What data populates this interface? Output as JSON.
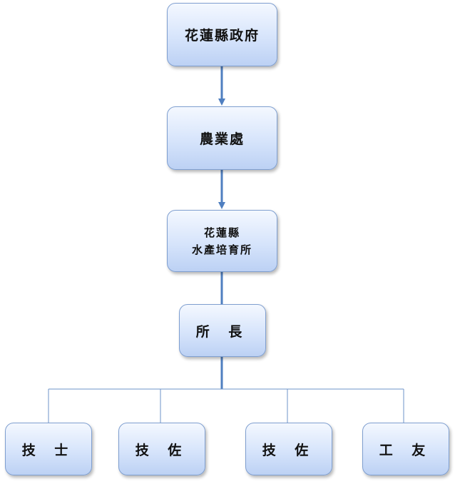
{
  "diagram": {
    "nodes": {
      "county_government": "花蓮縣政府",
      "agriculture_department": "農業處",
      "hatchery_line1": "花蓮縣",
      "hatchery_line2": "水產培育所",
      "director": "所 長",
      "technician": "技 士",
      "assistant_technician_1": "技 佐",
      "assistant_technician_2": "技 佐",
      "worker": "工 友"
    },
    "colors": {
      "node_border": "#7f9fd0",
      "node_fill_top": "#f4f8ff",
      "node_fill_bottom": "#bcd1f4",
      "arrow": "#4f7fc0",
      "connector": "#6d93c8"
    }
  }
}
